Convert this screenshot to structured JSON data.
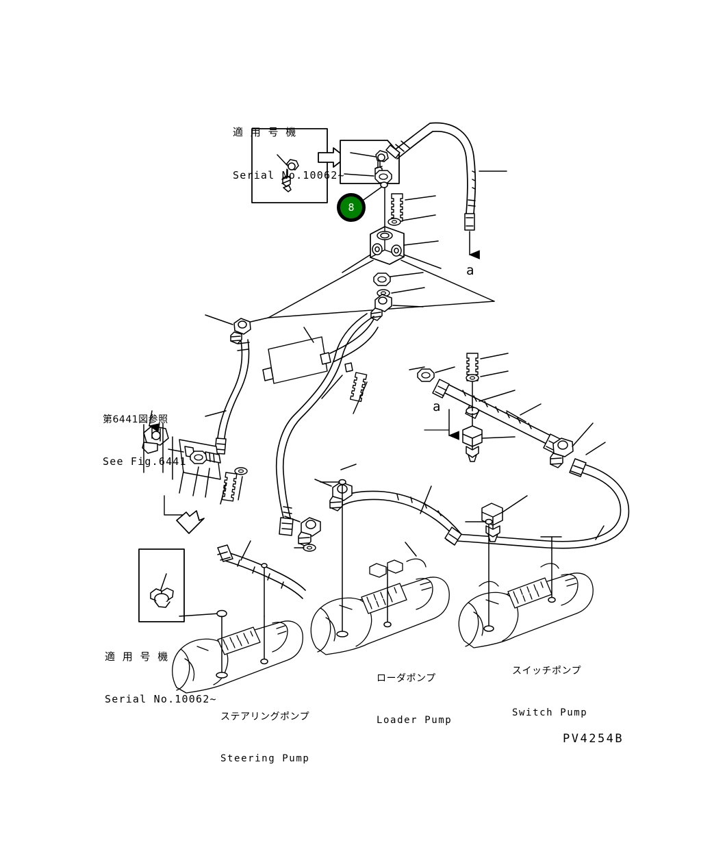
{
  "figure": {
    "code": "PV4254B",
    "sheet_width": 1059,
    "sheet_height": 1237,
    "background_color": "#ffffff",
    "line_color": "#000000"
  },
  "notes": {
    "serial_top": {
      "japanese": "適 用 号 機",
      "english": "Serial No.10062~"
    },
    "serial_bottom": {
      "japanese": "適 用 号 機",
      "english": "Serial No.10062~"
    },
    "see_figure": {
      "japanese": "第6441図参照",
      "english": "See Fig.6441"
    }
  },
  "callouts": [
    {
      "number": "8",
      "shape": "circle",
      "fill_color": "#008000",
      "ring_color": "#000000",
      "text_color": "#ffffff"
    }
  ],
  "section_markers": [
    {
      "label": "a",
      "direction": "down"
    },
    {
      "label": "a",
      "direction": "down"
    }
  ],
  "pumps": [
    {
      "id": "steering-pump",
      "japanese": "ステアリングポンプ",
      "english": "Steering Pump"
    },
    {
      "id": "loader-pump",
      "japanese": "ローダポンプ",
      "english": "Loader Pump"
    },
    {
      "id": "switch-pump",
      "japanese": "スイッチポンプ",
      "english": "Switch Pump"
    }
  ],
  "detail_boxes": [
    {
      "id": "detail-box-top",
      "arrow_direction": "left",
      "depicts": "elbow-fitting-assembly"
    },
    {
      "id": "detail-box-bottom",
      "arrow_direction": "down-left",
      "depicts": "elbow-fitting-assembly"
    }
  ]
}
